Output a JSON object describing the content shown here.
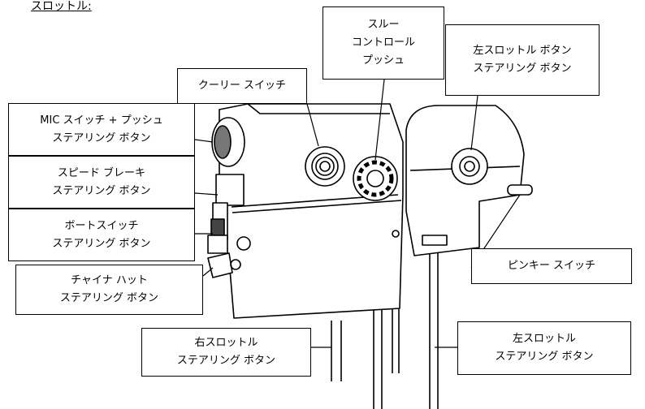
{
  "title": "スロットル:",
  "callouts": {
    "coolie_switch": [
      "クーリー スイッチ"
    ],
    "through_control": [
      "スルー",
      "コントロール",
      "プッシュ"
    ],
    "left_throttle_button": [
      "左スロットル ボタン",
      "ステアリング ボタン"
    ],
    "mic_switch": [
      "MIC スイッチ + プッシュ",
      "ステアリング ボタン"
    ],
    "speed_brake": [
      "スピード ブレーキ",
      "ステアリング ボタン"
    ],
    "boat_switch": [
      "ボートスイッチ",
      "ステアリング ボタン"
    ],
    "china_hat": [
      "チャイナ ハット",
      "ステアリング ボタン"
    ],
    "pinkie_switch": [
      "ピンキー スイッチ"
    ],
    "right_throttle": [
      "右スロットル",
      "ステアリング ボタン"
    ],
    "left_throttle": [
      "左スロットル",
      "ステアリング ボタン"
    ]
  }
}
